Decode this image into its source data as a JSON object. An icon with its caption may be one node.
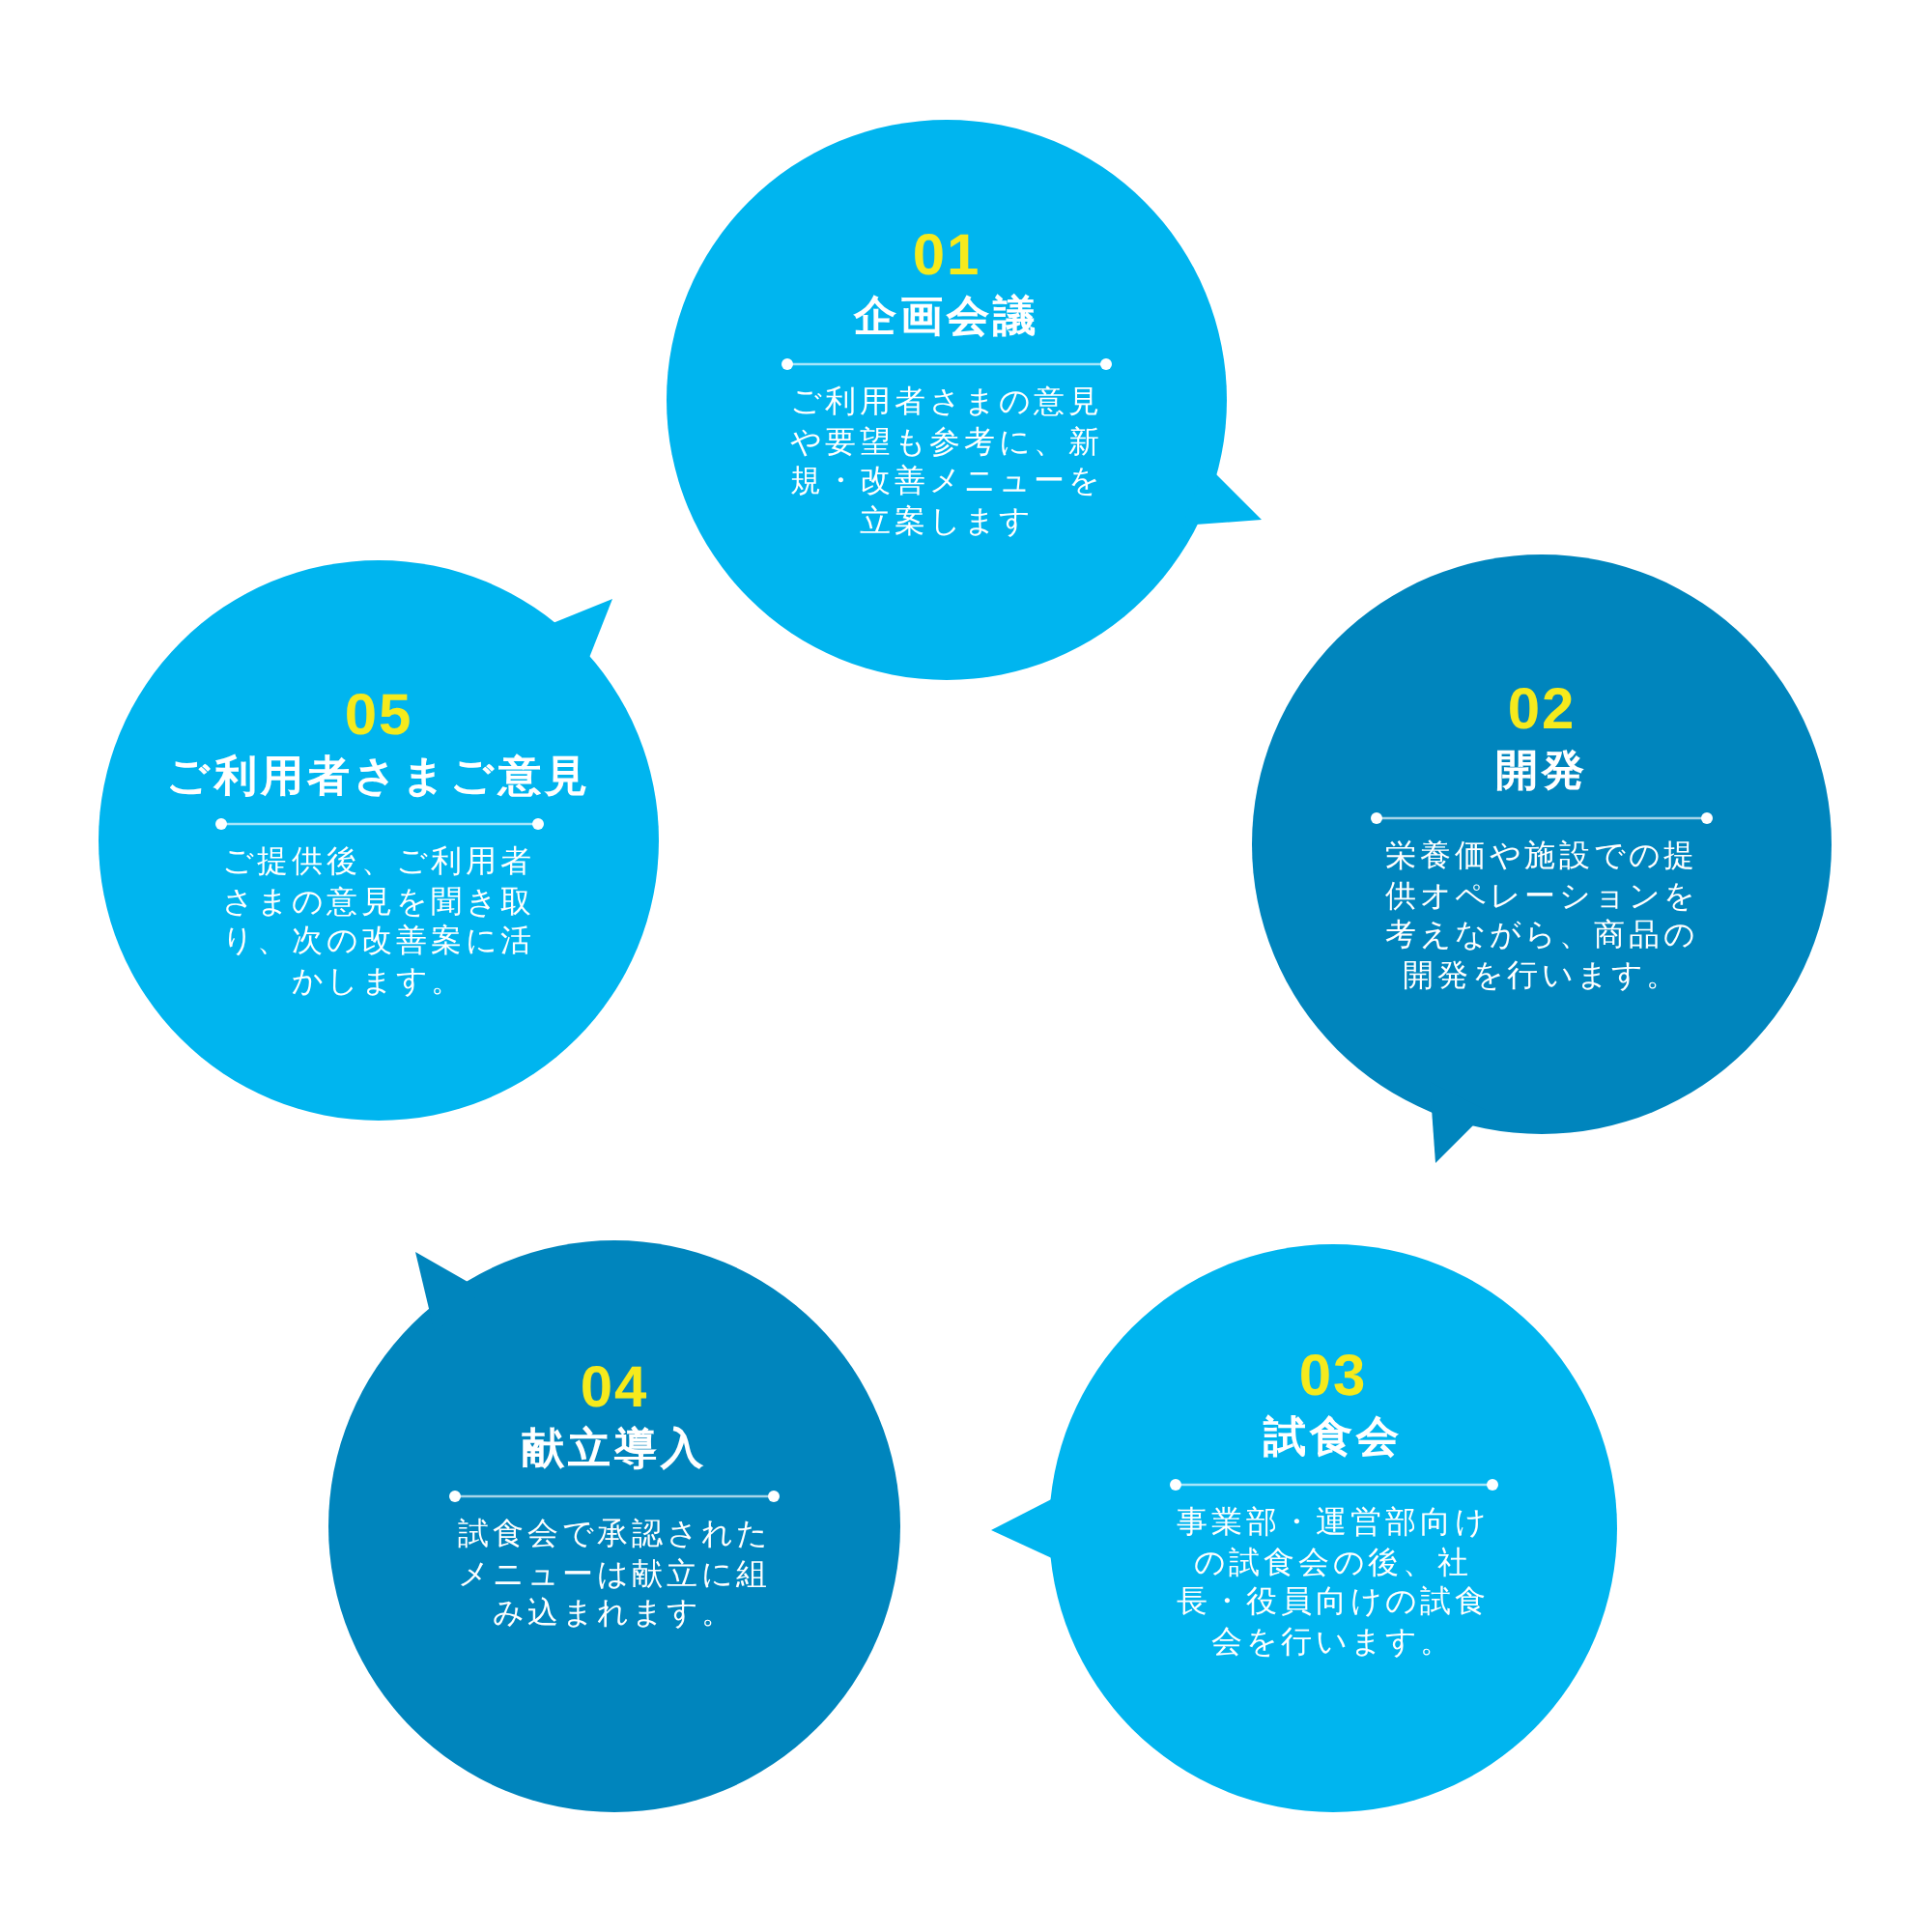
{
  "diagram": {
    "nodes": [
      {
        "text": [
          "01",
          "企画会議",
          "ご利用者さまの意見や要望も参考に、新規・改善メニューを立案します"
        ]
      },
      {
        "text": [
          "02",
          "開発",
          "栄養価や施設での提供オペレーションを考えながら、商品の開発を行います。"
        ]
      },
      {
        "text": [
          "03",
          "試食会",
          "事業部・運営部向けの試食会の後、社長・役員向けの試食会を行います。"
        ]
      },
      {
        "text": [
          "04",
          "献立導入",
          "試食会で承認されたメニューは献立に組み込まれます。"
        ]
      },
      {
        "text": [
          "05",
          "ご利用者さまご意見",
          "ご提供後、ご利用者さまの意見を聞き取り、次の改善案に活かします。"
        ]
      }
    ]
  }
}
